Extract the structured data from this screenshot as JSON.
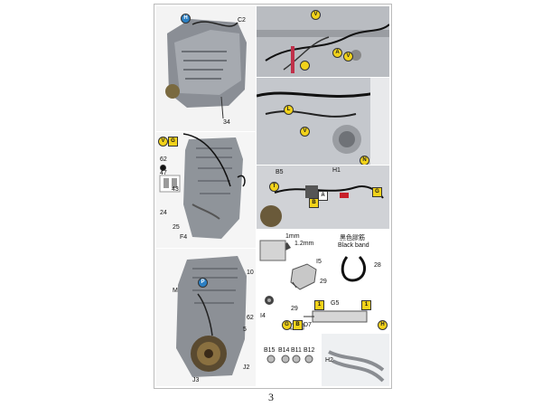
{
  "page_number": "3",
  "top_left": {
    "labels": {
      "c2": "C2",
      "p34": "34"
    },
    "badge": "H"
  },
  "mid_left": {
    "badges": {
      "v": "V",
      "g": "G"
    },
    "labels": {
      "p62": "62",
      "p47": "47",
      "p43": "43",
      "p24": "24",
      "p25": "25",
      "f4": "F4"
    }
  },
  "bottom_left": {
    "badge": "P",
    "labels": {
      "m": "M",
      "p62": "62",
      "p10": "10",
      "p5": "5",
      "j2": "J2",
      "j3": "J3"
    }
  },
  "right1": {
    "badges": {
      "v1": "V",
      "a": "A",
      "v2": "V"
    }
  },
  "right2": {
    "badges": {
      "l": "L",
      "v": "V",
      "n": "N"
    }
  },
  "right3": {
    "badges": {
      "t": "T",
      "g": "G"
    },
    "labels": {
      "b5": "B5",
      "h1": "H1",
      "a": "A",
      "b": "B"
    }
  },
  "diagram": {
    "labels": {
      "mm1": "1mm",
      "mm12": "1.2mm",
      "cn": "黑色膠筋",
      "black_band": "Black band",
      "i5": "I5",
      "p28": "28",
      "p29a": "29",
      "p29b": "29",
      "i4": "I4",
      "g5": "G5",
      "sq1": "1",
      "sq2": "1",
      "g": "G",
      "b": "B",
      "d7": "D7",
      "h": "H"
    }
  },
  "bottom_row": {
    "labels": {
      "b15": "B15",
      "b14": "B14",
      "b11": "B11",
      "b12": "B12",
      "h2": "H2"
    }
  }
}
